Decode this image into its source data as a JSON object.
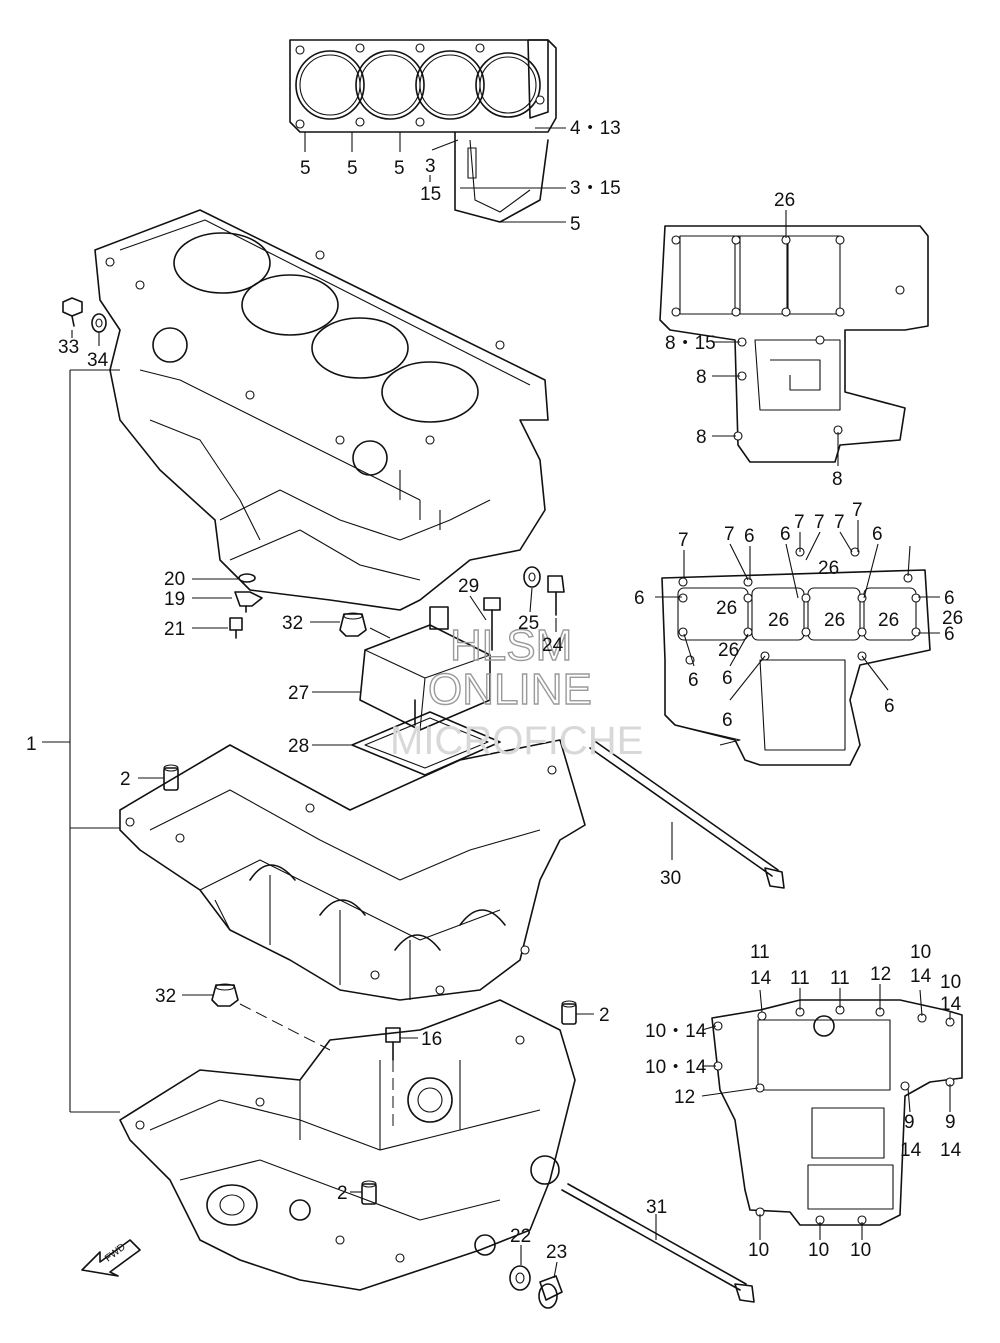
{
  "callouts": [
    {
      "id": "c-5a",
      "text": "5"
    },
    {
      "id": "c-5b",
      "text": "5"
    },
    {
      "id": "c-5c",
      "text": "5"
    },
    {
      "id": "c-3",
      "text": "3"
    },
    {
      "id": "c-15",
      "text": "15"
    },
    {
      "id": "c-4-13",
      "text": "4・13"
    },
    {
      "id": "c-3-15",
      "text": "3・15"
    },
    {
      "id": "c-5d",
      "text": "5"
    },
    {
      "id": "c-33",
      "text": "33"
    },
    {
      "id": "c-34",
      "text": "34"
    },
    {
      "id": "c-1",
      "text": "1"
    },
    {
      "id": "c-20",
      "text": "20"
    },
    {
      "id": "c-19",
      "text": "19"
    },
    {
      "id": "c-21",
      "text": "21"
    },
    {
      "id": "c-29",
      "text": "29"
    },
    {
      "id": "c-25",
      "text": "25"
    },
    {
      "id": "c-24",
      "text": "24"
    },
    {
      "id": "c-32a",
      "text": "32"
    },
    {
      "id": "c-27",
      "text": "27"
    },
    {
      "id": "c-28",
      "text": "28"
    },
    {
      "id": "c-2a",
      "text": "2"
    },
    {
      "id": "c-30",
      "text": "30"
    },
    {
      "id": "c-32b",
      "text": "32"
    },
    {
      "id": "c-2b",
      "text": "2"
    },
    {
      "id": "c-16",
      "text": "16"
    },
    {
      "id": "c-2c",
      "text": "2"
    },
    {
      "id": "c-31",
      "text": "31"
    },
    {
      "id": "c-22",
      "text": "22"
    },
    {
      "id": "c-23",
      "text": "23"
    }
  ],
  "upper_right": [
    {
      "id": "ur-26",
      "text": "26"
    },
    {
      "id": "ur-8-15",
      "text": "8・15"
    },
    {
      "id": "ur-8a",
      "text": "8"
    },
    {
      "id": "ur-8b",
      "text": "8"
    },
    {
      "id": "ur-8c",
      "text": "8"
    }
  ],
  "middle_right": [
    {
      "id": "mr-7a",
      "text": "7"
    },
    {
      "id": "mr-7b",
      "text": "7"
    },
    {
      "id": "mr-6a",
      "text": "6"
    },
    {
      "id": "mr-6b",
      "text": "6"
    },
    {
      "id": "mr-7c",
      "text": "7"
    },
    {
      "id": "mr-7d",
      "text": "7"
    },
    {
      "id": "mr-7e",
      "text": "7"
    },
    {
      "id": "mr-6c",
      "text": "6"
    },
    {
      "id": "mr-7f",
      "text": "7"
    },
    {
      "id": "mr-26a",
      "text": "26"
    },
    {
      "id": "mr-6d",
      "text": "6"
    },
    {
      "id": "mr-26b",
      "text": "26"
    },
    {
      "id": "mr-6e",
      "text": "6"
    },
    {
      "id": "mr-26c",
      "text": "26"
    },
    {
      "id": "mr-26d",
      "text": "26"
    },
    {
      "id": "mr-26e",
      "text": "26"
    },
    {
      "id": "mr-26f",
      "text": "26"
    },
    {
      "id": "mr-26g",
      "text": "26"
    },
    {
      "id": "mr-6f",
      "text": "6"
    },
    {
      "id": "mr-6g",
      "text": "6"
    },
    {
      "id": "mr-6h",
      "text": "6"
    },
    {
      "id": "mr-6i",
      "text": "6"
    },
    {
      "id": "mr-6j",
      "text": "6"
    }
  ],
  "lower_right": [
    {
      "id": "lr-11a",
      "text": "11"
    },
    {
      "id": "lr-14a",
      "text": "14"
    },
    {
      "id": "lr-11b",
      "text": "11"
    },
    {
      "id": "lr-11c",
      "text": "11"
    },
    {
      "id": "lr-12a",
      "text": "12"
    },
    {
      "id": "lr-10a",
      "text": "10"
    },
    {
      "id": "lr-14b",
      "text": "14"
    },
    {
      "id": "lr-10b",
      "text": "10"
    },
    {
      "id": "lr-14c",
      "text": "14"
    },
    {
      "id": "lr-10-14a",
      "text": "10・14"
    },
    {
      "id": "lr-10-14b",
      "text": "10・14"
    },
    {
      "id": "lr-12b",
      "text": "12"
    },
    {
      "id": "lr-9a",
      "text": "9"
    },
    {
      "id": "lr-9b",
      "text": "9"
    },
    {
      "id": "lr-14d",
      "text": "14"
    },
    {
      "id": "lr-14e",
      "text": "14"
    },
    {
      "id": "lr-10c",
      "text": "10"
    },
    {
      "id": "lr-10d",
      "text": "10"
    },
    {
      "id": "lr-10e",
      "text": "10"
    }
  ],
  "fwd_label": "FWD",
  "watermark": {
    "line1": "HLSM",
    "line2": "ONLINE",
    "line3": "MICROFICHE"
  },
  "colors": {
    "ink": "#111111",
    "background": "#ffffff",
    "watermark": "#9a9a9a"
  }
}
